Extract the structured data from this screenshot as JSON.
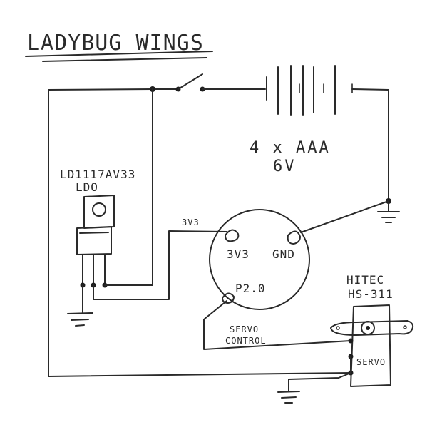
{
  "title": "LADYBUG WINGS",
  "battery": {
    "count_label": "4 x AAA",
    "voltage_label": "6V"
  },
  "ldo": {
    "part_label": "LD1117AV33",
    "type_label": "LDO"
  },
  "mcu": {
    "pin_3v3_label": "3V3",
    "pin_gnd_label": "GND",
    "pin_p20_label": "P2.0"
  },
  "wire_3v3_label": "3V3",
  "servo_control_label": {
    "line1": "SERVO",
    "line2": "CONTROL"
  },
  "servo": {
    "maker_label": "HITEC",
    "model_label": "HS-311",
    "body_label": "SERVO"
  }
}
